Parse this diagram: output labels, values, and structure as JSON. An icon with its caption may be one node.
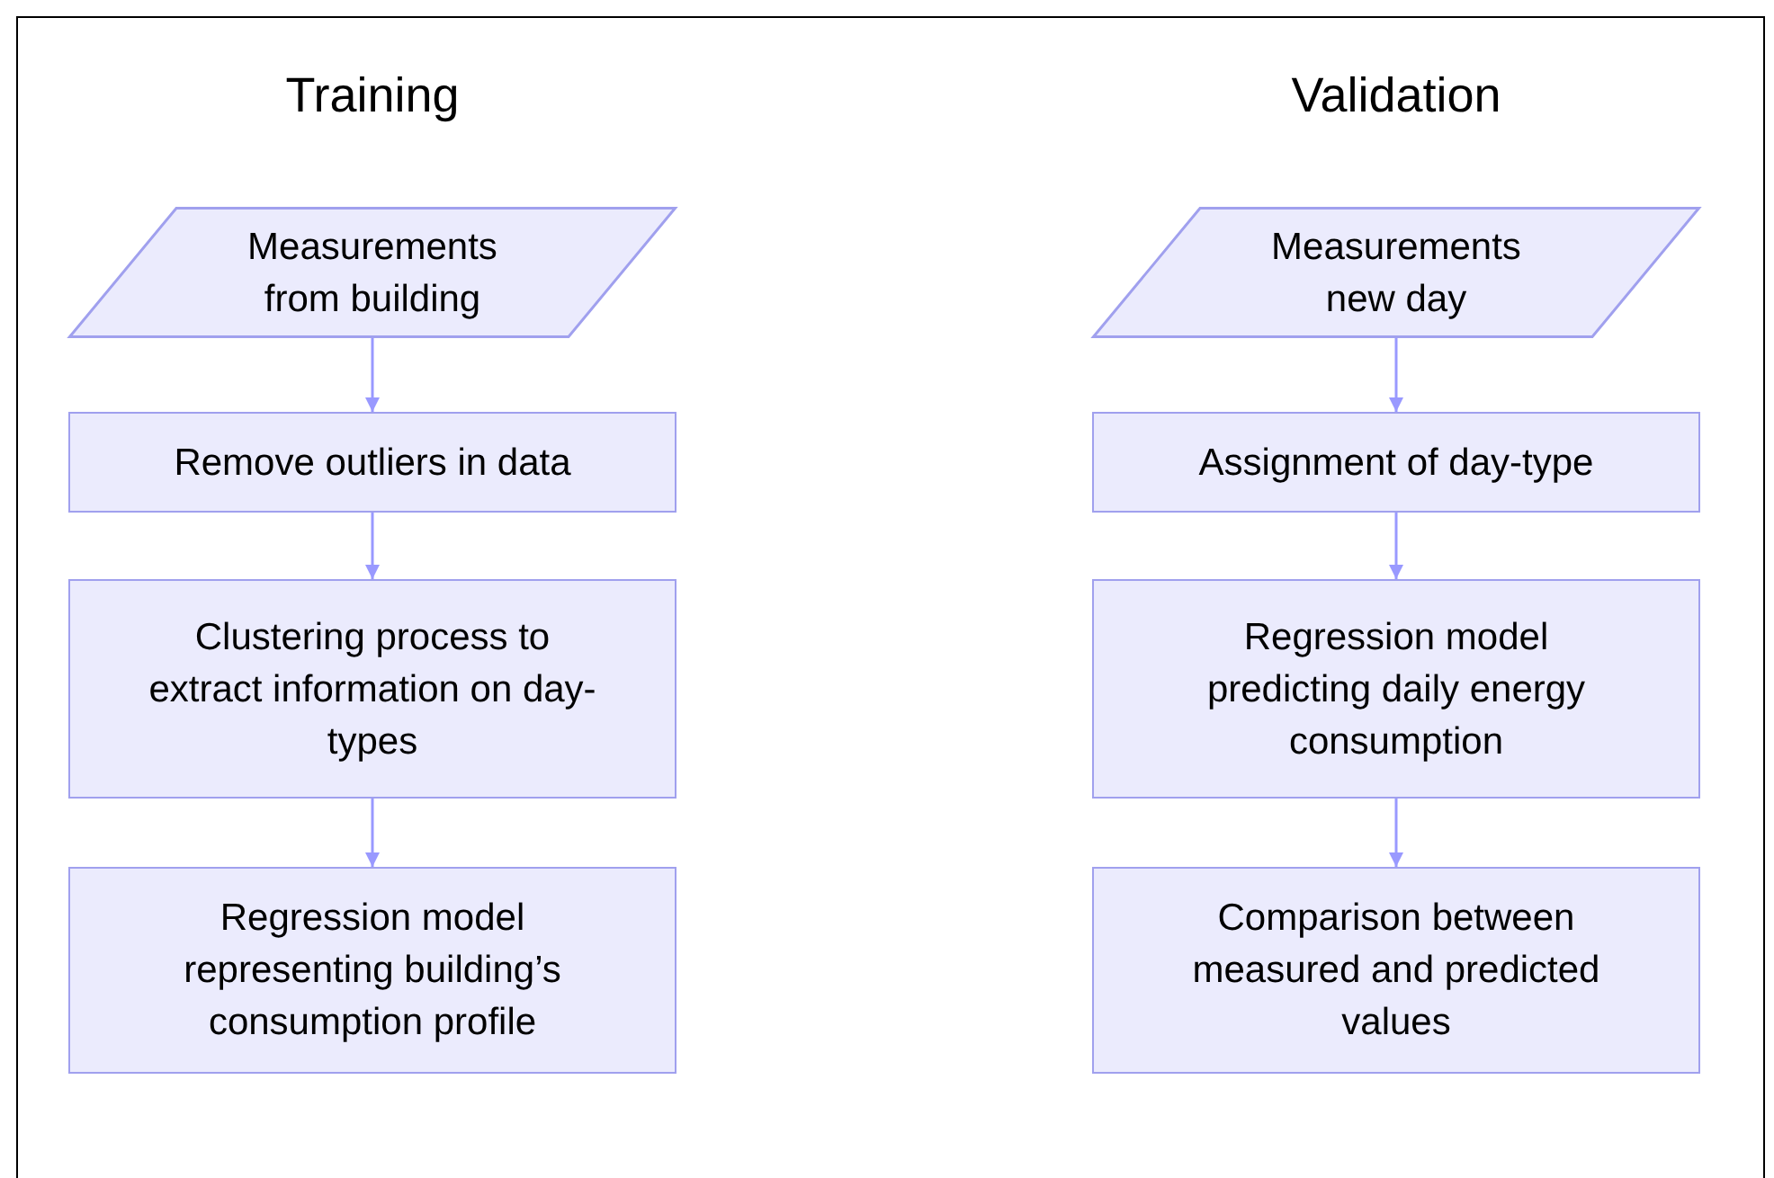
{
  "diagram": {
    "nodes": [
      {
        "text": [
          "Measurements from building"
        ]
      },
      {
        "text": [
          "Remove outliers in data"
        ]
      },
      {
        "text": [
          "Clustering process to extract information on day-types"
        ]
      },
      {
        "text": [
          "Regression model representing building’s consumption profile"
        ]
      },
      {
        "text": [
          "Measurements new day"
        ]
      },
      {
        "text": [
          "Assignment of day-type"
        ]
      },
      {
        "text": [
          "Regression model predicting daily energy consumption"
        ]
      },
      {
        "text": [
          "Comparison between measured and predicted values"
        ]
      }
    ],
    "edges": [
      {
        "from": 0,
        "to": 1,
        "arrow": "to"
      },
      {
        "from": 1,
        "to": 2,
        "arrow": "to"
      },
      {
        "from": 2,
        "to": 3,
        "arrow": "to"
      },
      {
        "from": 4,
        "to": 5,
        "arrow": "to"
      },
      {
        "from": 5,
        "to": 6,
        "arrow": "to"
      },
      {
        "from": 6,
        "to": 7,
        "arrow": "to"
      }
    ],
    "labels": [
      "Training",
      "Validation"
    ]
  }
}
